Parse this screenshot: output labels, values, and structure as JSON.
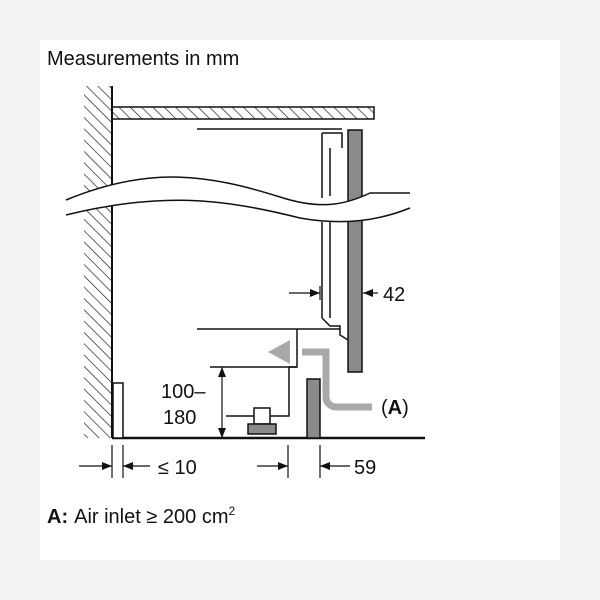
{
  "title": "Measurements in mm",
  "dimensions": {
    "panel_thickness": "42",
    "height_top": "100–",
    "height_bottom": "180",
    "gap_label": "≤ 10",
    "depth_label": "59"
  },
  "callout": {
    "open": "(",
    "letter": "A",
    "close": ")"
  },
  "legend": {
    "key": "A:",
    "text": "Air inlet ≥ 200 cm",
    "superscript": "2"
  },
  "colors": {
    "line": "#111111",
    "panel": "#8a8a8a",
    "airflow_arrow": "#a9a9a9",
    "background": "#f2f2f2"
  }
}
